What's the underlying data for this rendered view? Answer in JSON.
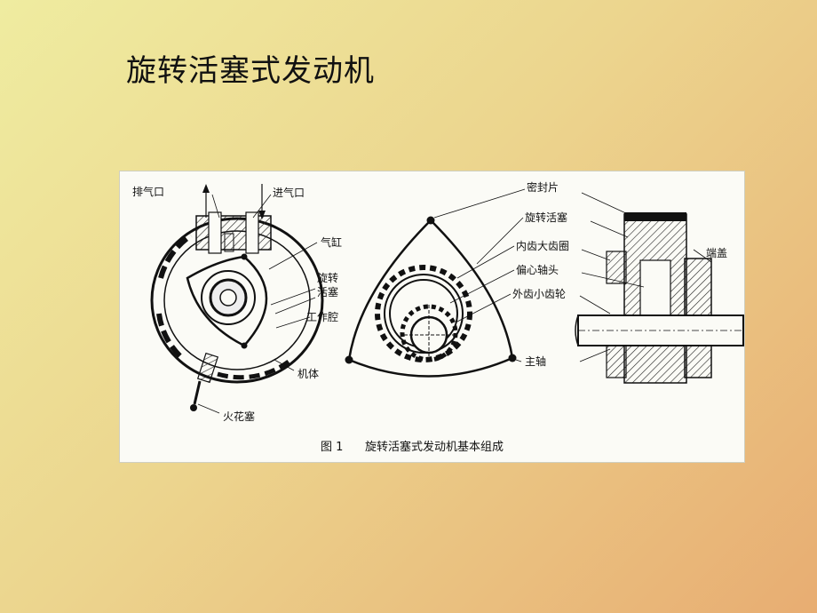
{
  "slide": {
    "title": "旋转活塞式发动机"
  },
  "figure": {
    "caption_number": "图 1",
    "caption_text": "旋转活塞式发动机基本组成",
    "left_labels": {
      "exhaust_port": "排气口",
      "intake_port": "进气口",
      "cylinder": "气缸",
      "rotor_line1": "旋转",
      "rotor_line2": "活塞",
      "working_chamber": "工作腔",
      "engine_body": "机体",
      "spark_plug": "火花塞"
    },
    "middle_labels": {
      "seal": "密封片",
      "rotary_piston": "旋转活塞",
      "internal_ring_gear": "内齿大齿圈",
      "eccentric_shaft_head": "偏心轴头",
      "external_small_gear": "外齿小齿轮",
      "main_shaft": "主轴"
    },
    "right_labels": {
      "end_cover": "端盖"
    }
  }
}
